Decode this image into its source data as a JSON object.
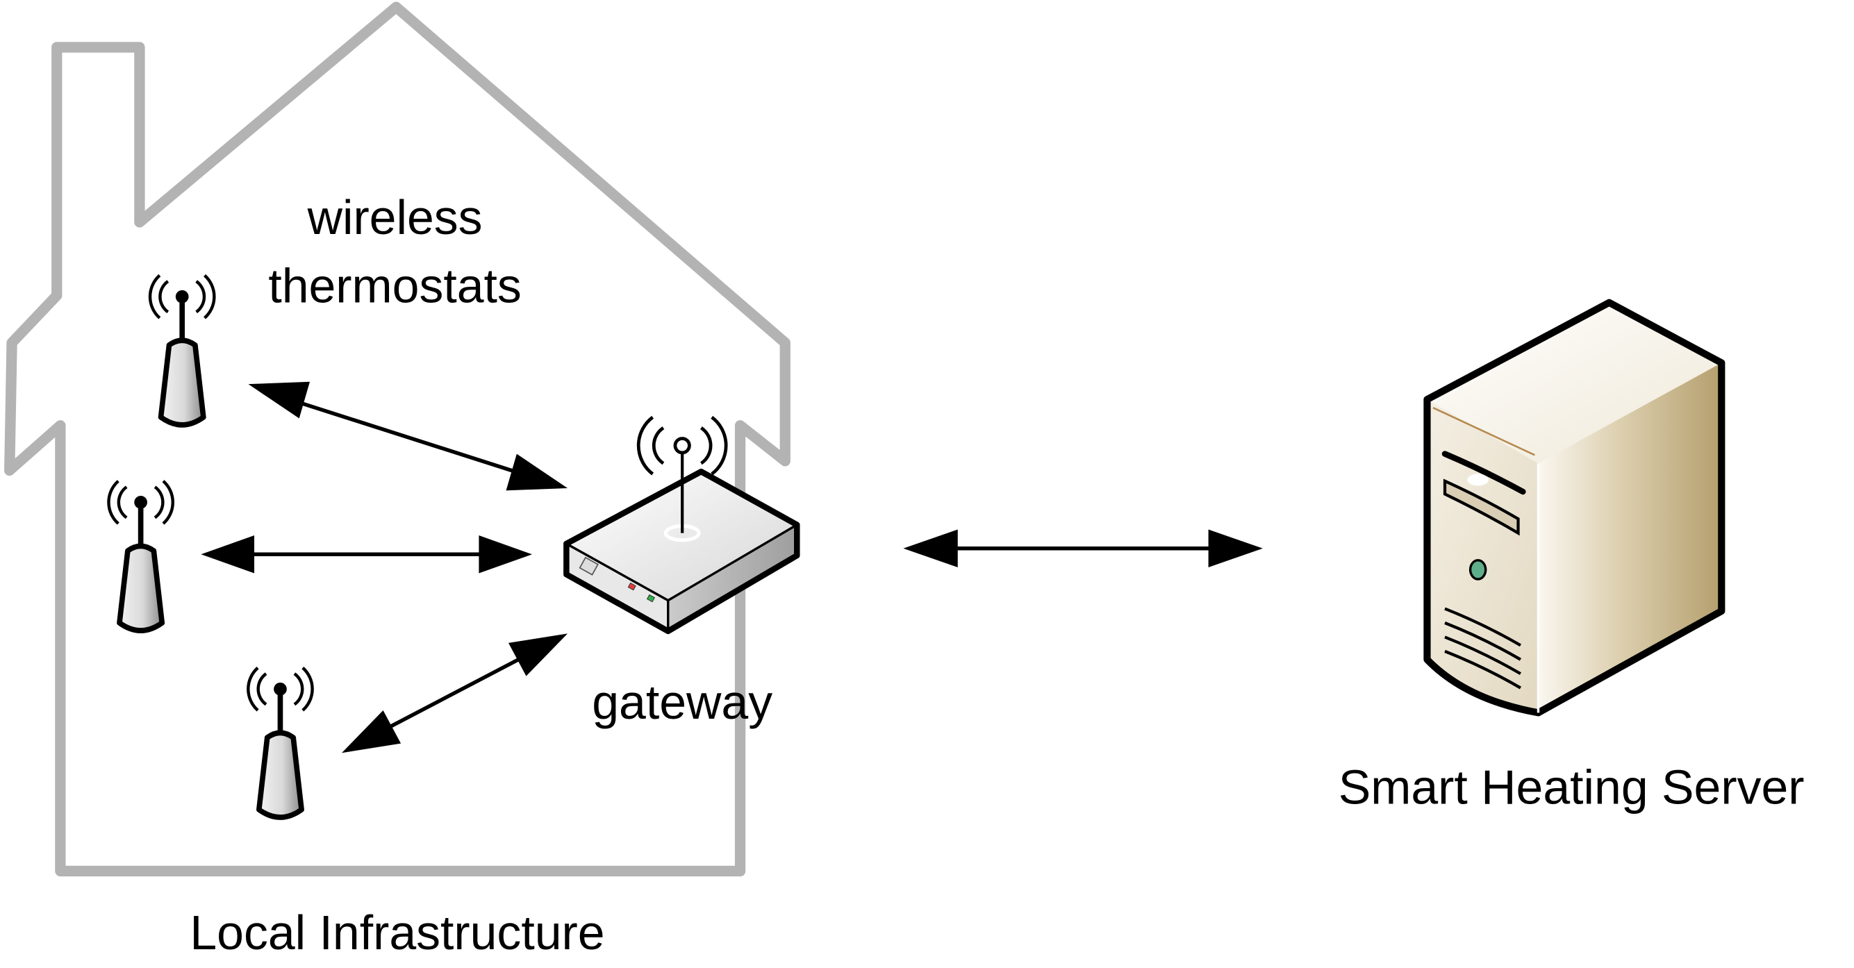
{
  "labels": {
    "thermostats_line1": "wireless",
    "thermostats_line2": "thermostats",
    "gateway": "gateway",
    "server": "Smart Heating Server",
    "local": "Local Infrastructure"
  },
  "icons": {
    "thermostat": "wireless-thermostat-icon",
    "gateway": "wireless-router-icon",
    "server": "tower-server-icon",
    "house": "house-outline"
  },
  "colors": {
    "house_outline": "#b3b3b3",
    "arrow": "#000000",
    "server_case": "#c6b48d",
    "led_red": "#e53a3a",
    "led_green": "#2fb24a",
    "server_button": "#5fae8a"
  }
}
